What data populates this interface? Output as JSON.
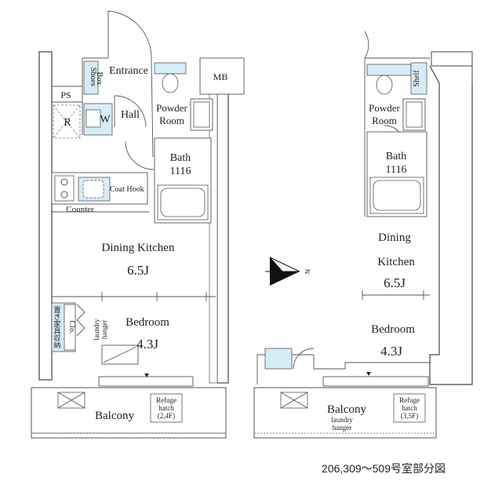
{
  "left_plan": {
    "entrance": "Entrance",
    "mb": "MB",
    "shoes_box": [
      "Shoes",
      "Box"
    ],
    "ps": "PS",
    "hall": "Hall",
    "powder_room": [
      "Powder",
      "Room"
    ],
    "refrigerator": "R",
    "washer": "W",
    "bath": [
      "Bath",
      "1116"
    ],
    "coat_hook": "Coat Hook",
    "counter": "Counter",
    "dining_kitchen": "Dining Kitchen",
    "dk_size": "6.5J",
    "closet": "Clo.",
    "storage_jp": [
      "置",
      "き",
      "家",
      "具",
      "収",
      "納"
    ],
    "laundry_hanger": [
      "laundry",
      "hanger"
    ],
    "bedroom": "Bedroom",
    "bedroom_size": "4.3J",
    "balcony": "Balcony",
    "refuge_hatch": [
      "Refuge",
      "hatch",
      "(2,4F)"
    ]
  },
  "right_plan": {
    "shelf": "Shelf",
    "powder_room": [
      "Powder",
      "Room"
    ],
    "bath": [
      "Bath",
      "1116"
    ],
    "dining": "Dining",
    "kitchen": "Kitchen",
    "dk_size": "6.5J",
    "bedroom": "Bedroom",
    "bedroom_size": "4.3J",
    "balcony": "Balcony",
    "laundry_hanger": [
      "laundry",
      "hanger"
    ],
    "refuge_hatch": [
      "Refuge",
      "hatch",
      "(3,5F)"
    ]
  },
  "compass": {
    "north_letter": "N"
  },
  "caption": "206,309～509号室部分図"
}
